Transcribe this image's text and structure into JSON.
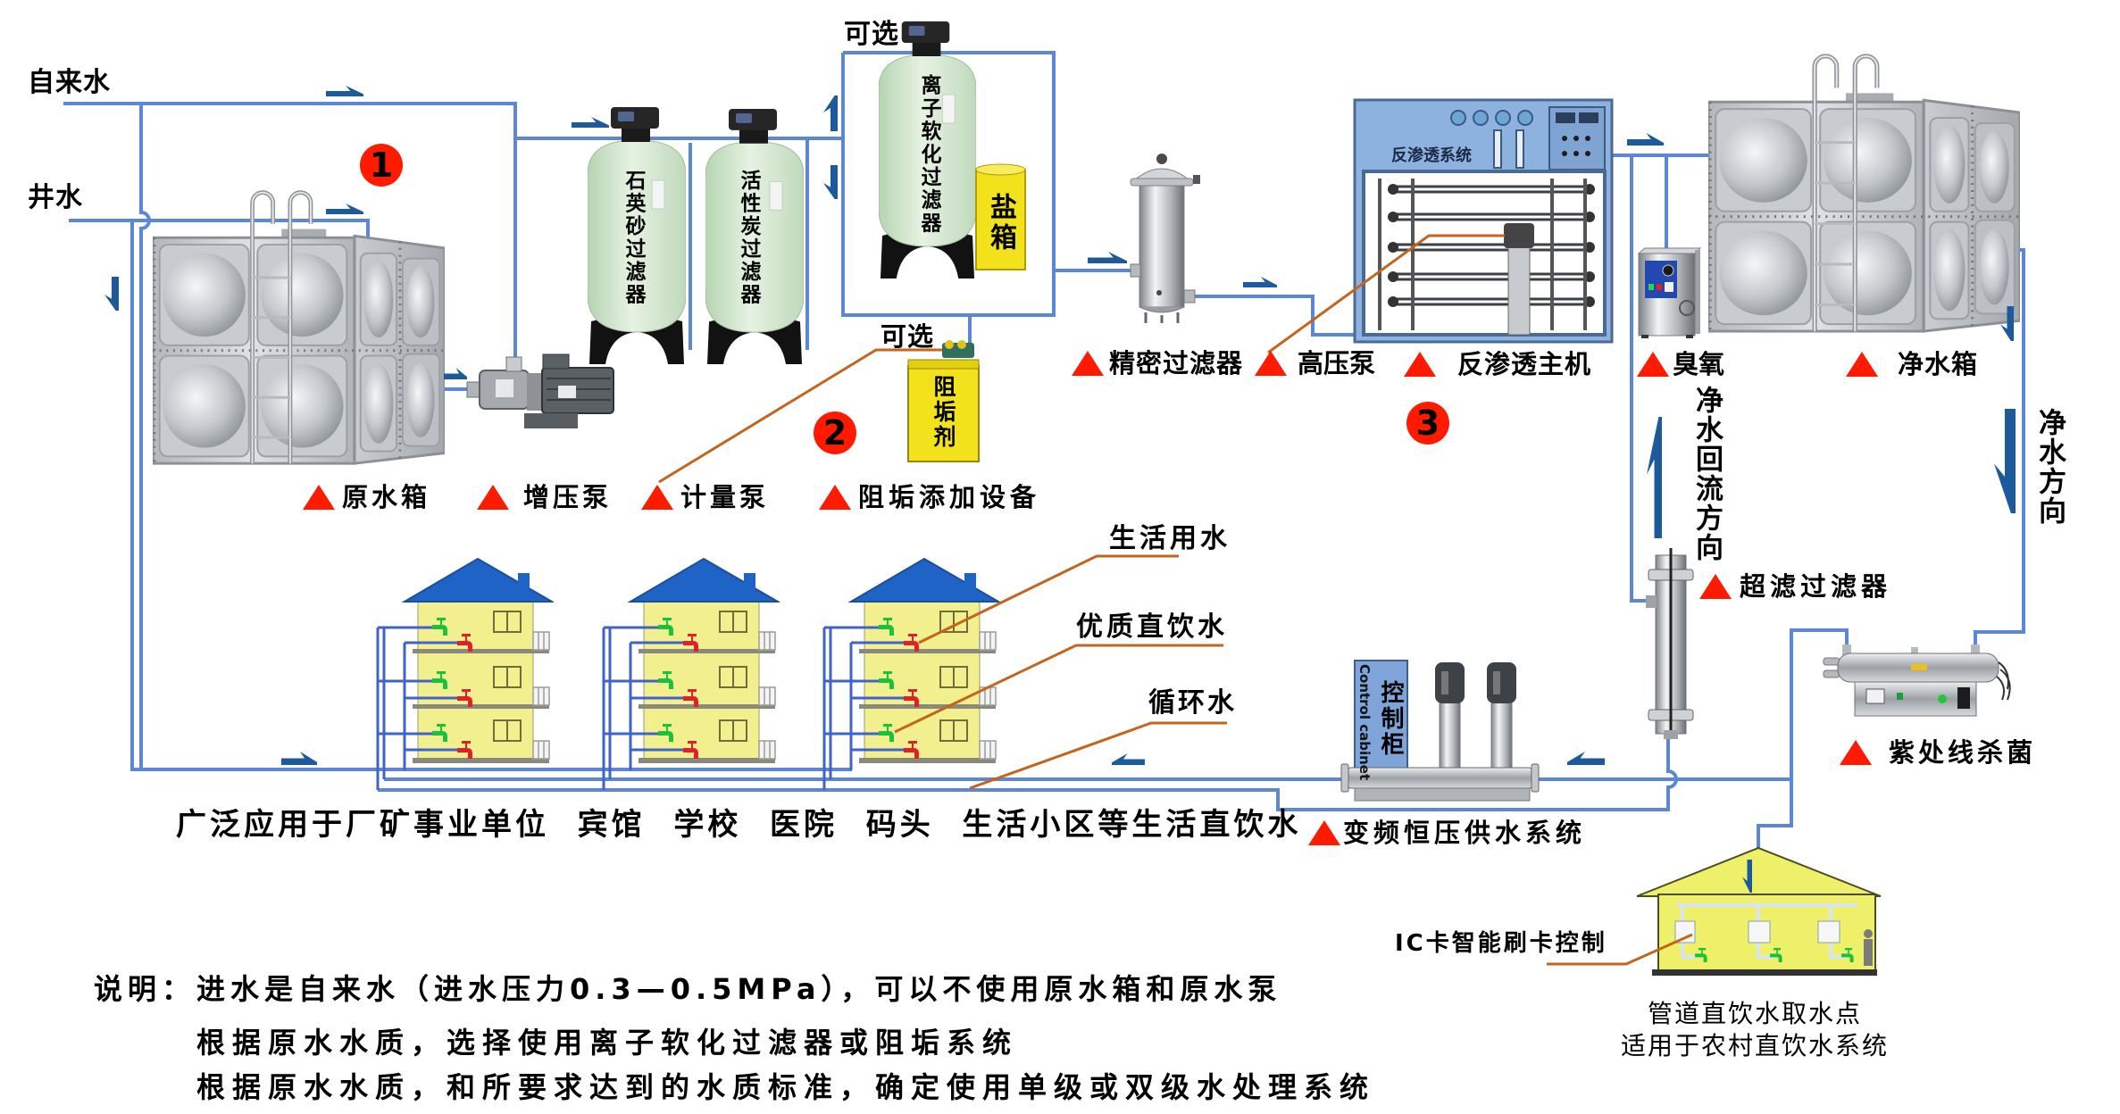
{
  "sources": {
    "tap_water": "自来水",
    "well_water": "井水"
  },
  "step_badges": {
    "step_1": "1",
    "step_2": "2",
    "step_3": "3"
  },
  "optional_tags": {
    "softener": "可选",
    "antiscalant": "可选"
  },
  "equipment_text": {
    "quartz_sand_filter": "石英砂过滤器",
    "activated_carbon_filter": "活性炭过滤器",
    "ion_softener": "离子软化过滤器",
    "salt_tank": "盐箱",
    "antiscalant_agent": "阻垢剂",
    "ro_panel_title": "反渗透系统",
    "control_cabinet": "控制柜",
    "control_cabinet_en": "Control cabinet"
  },
  "component_labels": {
    "raw_water_tank": "原水箱",
    "booster_pump": "增压泵",
    "metering_pump": "计量泵",
    "antiscalant_dosing": "阻垢添加设备",
    "precision_filter": "精密过滤器",
    "high_pressure_pump": "高压泵",
    "ro_unit": "反渗透主机",
    "ozone": "臭氧",
    "clean_water_tank": "净水箱",
    "uf_filter": "超滤过滤器",
    "uv_sterilizer": "紫处线杀菌",
    "constant_pressure_supply": "变频恒压供水系统"
  },
  "flow_labels": {
    "return_flow": "净水回流方向",
    "clean_flow": "净水方向"
  },
  "building_callouts": {
    "domestic_water": "生活用水",
    "direct_drinking_water": "优质直饮水",
    "circulating_water": "循环水"
  },
  "application_note": "广泛应用于厂矿事业单位  宾馆  学校  医院  码头  生活小区等生活直饮水",
  "village": {
    "ic_card_control": "IC卡智能刷卡控制",
    "caption_line1": "管道直饮水取水点",
    "caption_line2": "适用于农村直饮水系统"
  },
  "notes": {
    "prefix": "说明：",
    "lines": [
      "进水是自来水（进水压力0.3—0.5MPa），可以不使用原水箱和原水泵",
      "根据原水水质，选择使用离子软化过滤器或阻垢系统",
      "根据原水水质，和所要求达到的水质标准，确定使用单级或双级水处理系统"
    ]
  },
  "icons": {
    "component_marker": "red-triangle",
    "flow_arrow": "half-head-arrow",
    "step_badge": "red-circle-number"
  },
  "colors": {
    "pipe": "#5b87d4",
    "flow_arrow": "#1c5a9c",
    "marker": "#ff1a00",
    "badge": "#ff1a00",
    "leader_line": "#c4651e",
    "building_wall": "#f2f08e",
    "building_roof": "#1f63c6"
  }
}
